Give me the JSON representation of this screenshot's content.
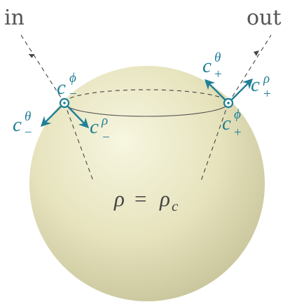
{
  "labels": {
    "in": "in",
    "out": "out",
    "rho_eq": {
      "lhs": "ρ",
      "eq": "=",
      "rhs": "ρ",
      "rhs_sub": "c"
    }
  },
  "vectors": {
    "minus_phi": {
      "base": "c",
      "sup": "ϕ",
      "sub": "−"
    },
    "minus_theta": {
      "base": "c",
      "sup": "θ",
      "sub": "−"
    },
    "minus_rho": {
      "base": "c",
      "sup": "ρ",
      "sub": "−"
    },
    "plus_theta": {
      "base": "c",
      "sup": "θ",
      "sub": "+"
    },
    "plus_rho": {
      "base": "c",
      "sup": "ρ",
      "sub": "+"
    },
    "plus_phi": {
      "base": "c",
      "sup": "ϕ",
      "sub": "+"
    }
  },
  "colors": {
    "vector": "#1f7f97",
    "label_gray": "#555555",
    "dashed": "#444444",
    "sphere_light": "#f6f4dc",
    "sphere_dark": "#c9c69c"
  }
}
